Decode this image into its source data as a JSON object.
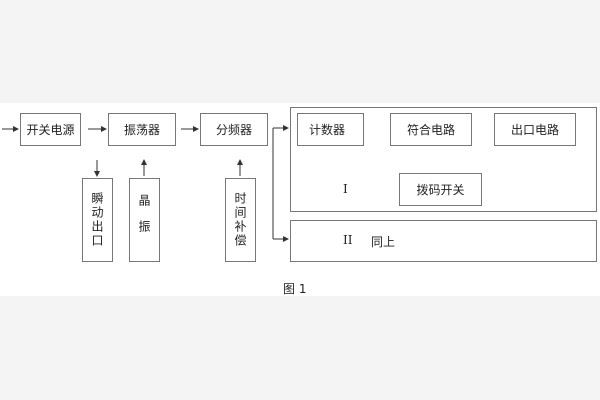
{
  "blocks": {
    "power_switch": "开关电源",
    "oscillator": "振荡器",
    "divider": "分频器",
    "instant_output": "瞬动出口",
    "crystal": "晶振",
    "time_compensation": "时间补偿",
    "counter": "计数器",
    "coincidence_circuit": "符合电路",
    "output_circuit": "出口电路",
    "dip_switch": "拨码开关"
  },
  "groups": {
    "group1_label": "I",
    "group2_label": "II",
    "group2_text": "同上"
  },
  "caption": "图 1"
}
